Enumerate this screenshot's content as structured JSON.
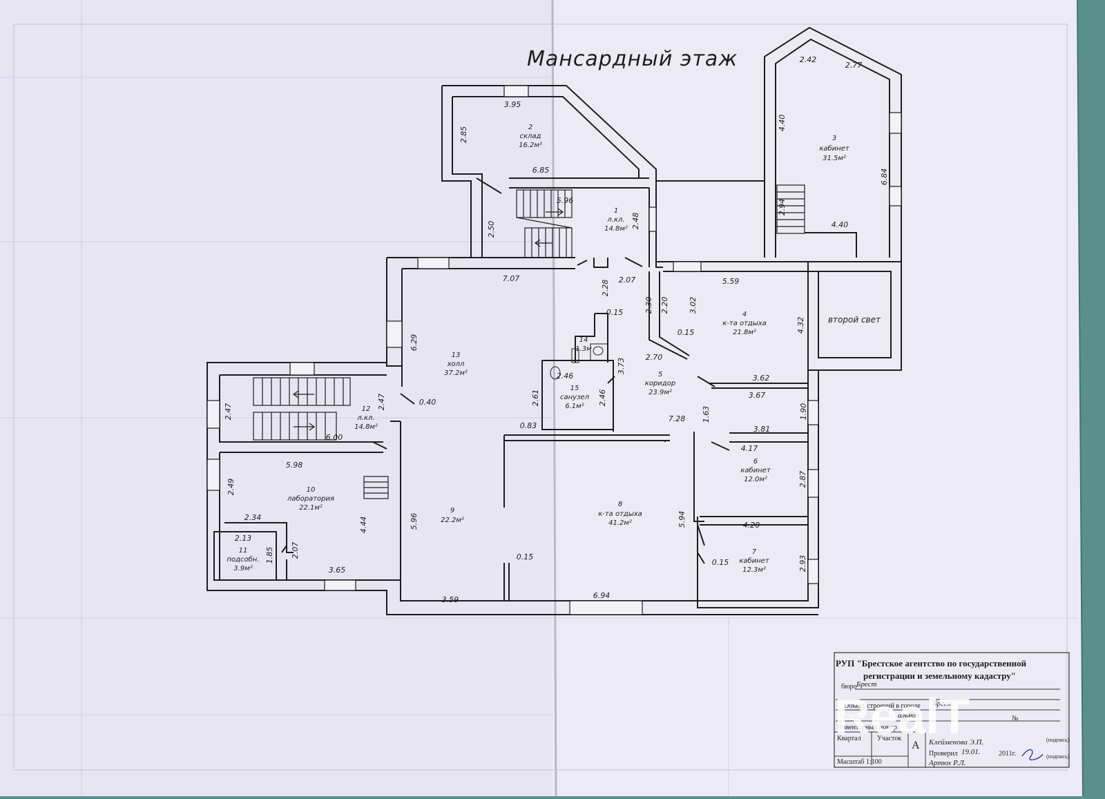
{
  "title": "Мансардный этаж",
  "rooms": [
    {
      "num": "1",
      "name": "л.кл.",
      "area": "14.8м²"
    },
    {
      "num": "2",
      "name": "склад",
      "area": "16.2м²"
    },
    {
      "num": "3",
      "name": "кабинет",
      "area": "31.5м²"
    },
    {
      "num": "4",
      "name": "к-та отдыха",
      "area": "21.8м²"
    },
    {
      "num": "5",
      "name": "коридор",
      "area": "23.9м²"
    },
    {
      "num": "6",
      "name": "кабинет",
      "area": "12.0м²"
    },
    {
      "num": "7",
      "name": "кабинет",
      "area": "12.3м²"
    },
    {
      "num": "8",
      "name": "к-та отдыха",
      "area": "41.2м²"
    },
    {
      "num": "9",
      "name": "",
      "area": "22.2м²"
    },
    {
      "num": "10",
      "name": "лаборатория",
      "area": "22.1м²"
    },
    {
      "num": "11",
      "name": "подсобн.",
      "area": "3.9м²"
    },
    {
      "num": "12",
      "name": "л.кл.",
      "area": "14.8м²"
    },
    {
      "num": "13",
      "name": "холл",
      "area": "37.2м²"
    },
    {
      "num": "14",
      "name": "",
      "area": "1.3м"
    },
    {
      "num": "15",
      "name": "санузел",
      "area": "6.1м²"
    }
  ],
  "second_light": "второй свет",
  "dimensions": [
    "3.95",
    "2.85",
    "6.85",
    "2.50",
    "5.96",
    "2.48",
    "2.42",
    "2.77",
    "4.40",
    "6.84",
    "2.94",
    "4.40",
    "7.07",
    "2.28",
    "2.07",
    "2.30",
    "2.20",
    "3.02",
    "5.59",
    "4.32",
    "0.15",
    "0.15",
    "2.70",
    "3.62",
    "3.67",
    "1.90",
    "3.81",
    "6.29",
    "0.40",
    "2.46",
    "2.61",
    "2.46",
    "3.73",
    "7.28",
    "1.63",
    "4.17",
    "2.87",
    "0.83",
    "2.47",
    "2.47",
    "6.00",
    "5.98",
    "2.49",
    "4.44",
    "2.34",
    "2.13",
    "1.85",
    "2.07",
    "3.65",
    "5.96",
    "0.15",
    "5.94",
    "4.20",
    "0.15",
    "2.93",
    "3.59",
    "6.94"
  ],
  "stamp": {
    "org_line1": "РУП \"Брестское агентство по государственной",
    "org_line2": "регистрации и земельному кадастру\"",
    "bureau_label": "бюро",
    "bureau_value": "Брест",
    "row2_label": "Объект строений в городе",
    "row2_value": "Брест",
    "row3_label": "по ул.",
    "row3_value": "альная",
    "inv_label": "Инвентарный номер",
    "no_label": "№",
    "quarter_label": "Квартал",
    "plot_label": "Участок",
    "sheet_letter": "А",
    "executor": "Клейменова Э.П.",
    "checked_label": "Проверил",
    "checked_date": "19.01.",
    "checked_year": "2011г.",
    "checker": "Артюх Р.Л.",
    "sign_label": "(подпись)",
    "sign_label2": "(подпись)",
    "scale_label": "Масштаб 1:100"
  },
  "watermark": "RealT"
}
